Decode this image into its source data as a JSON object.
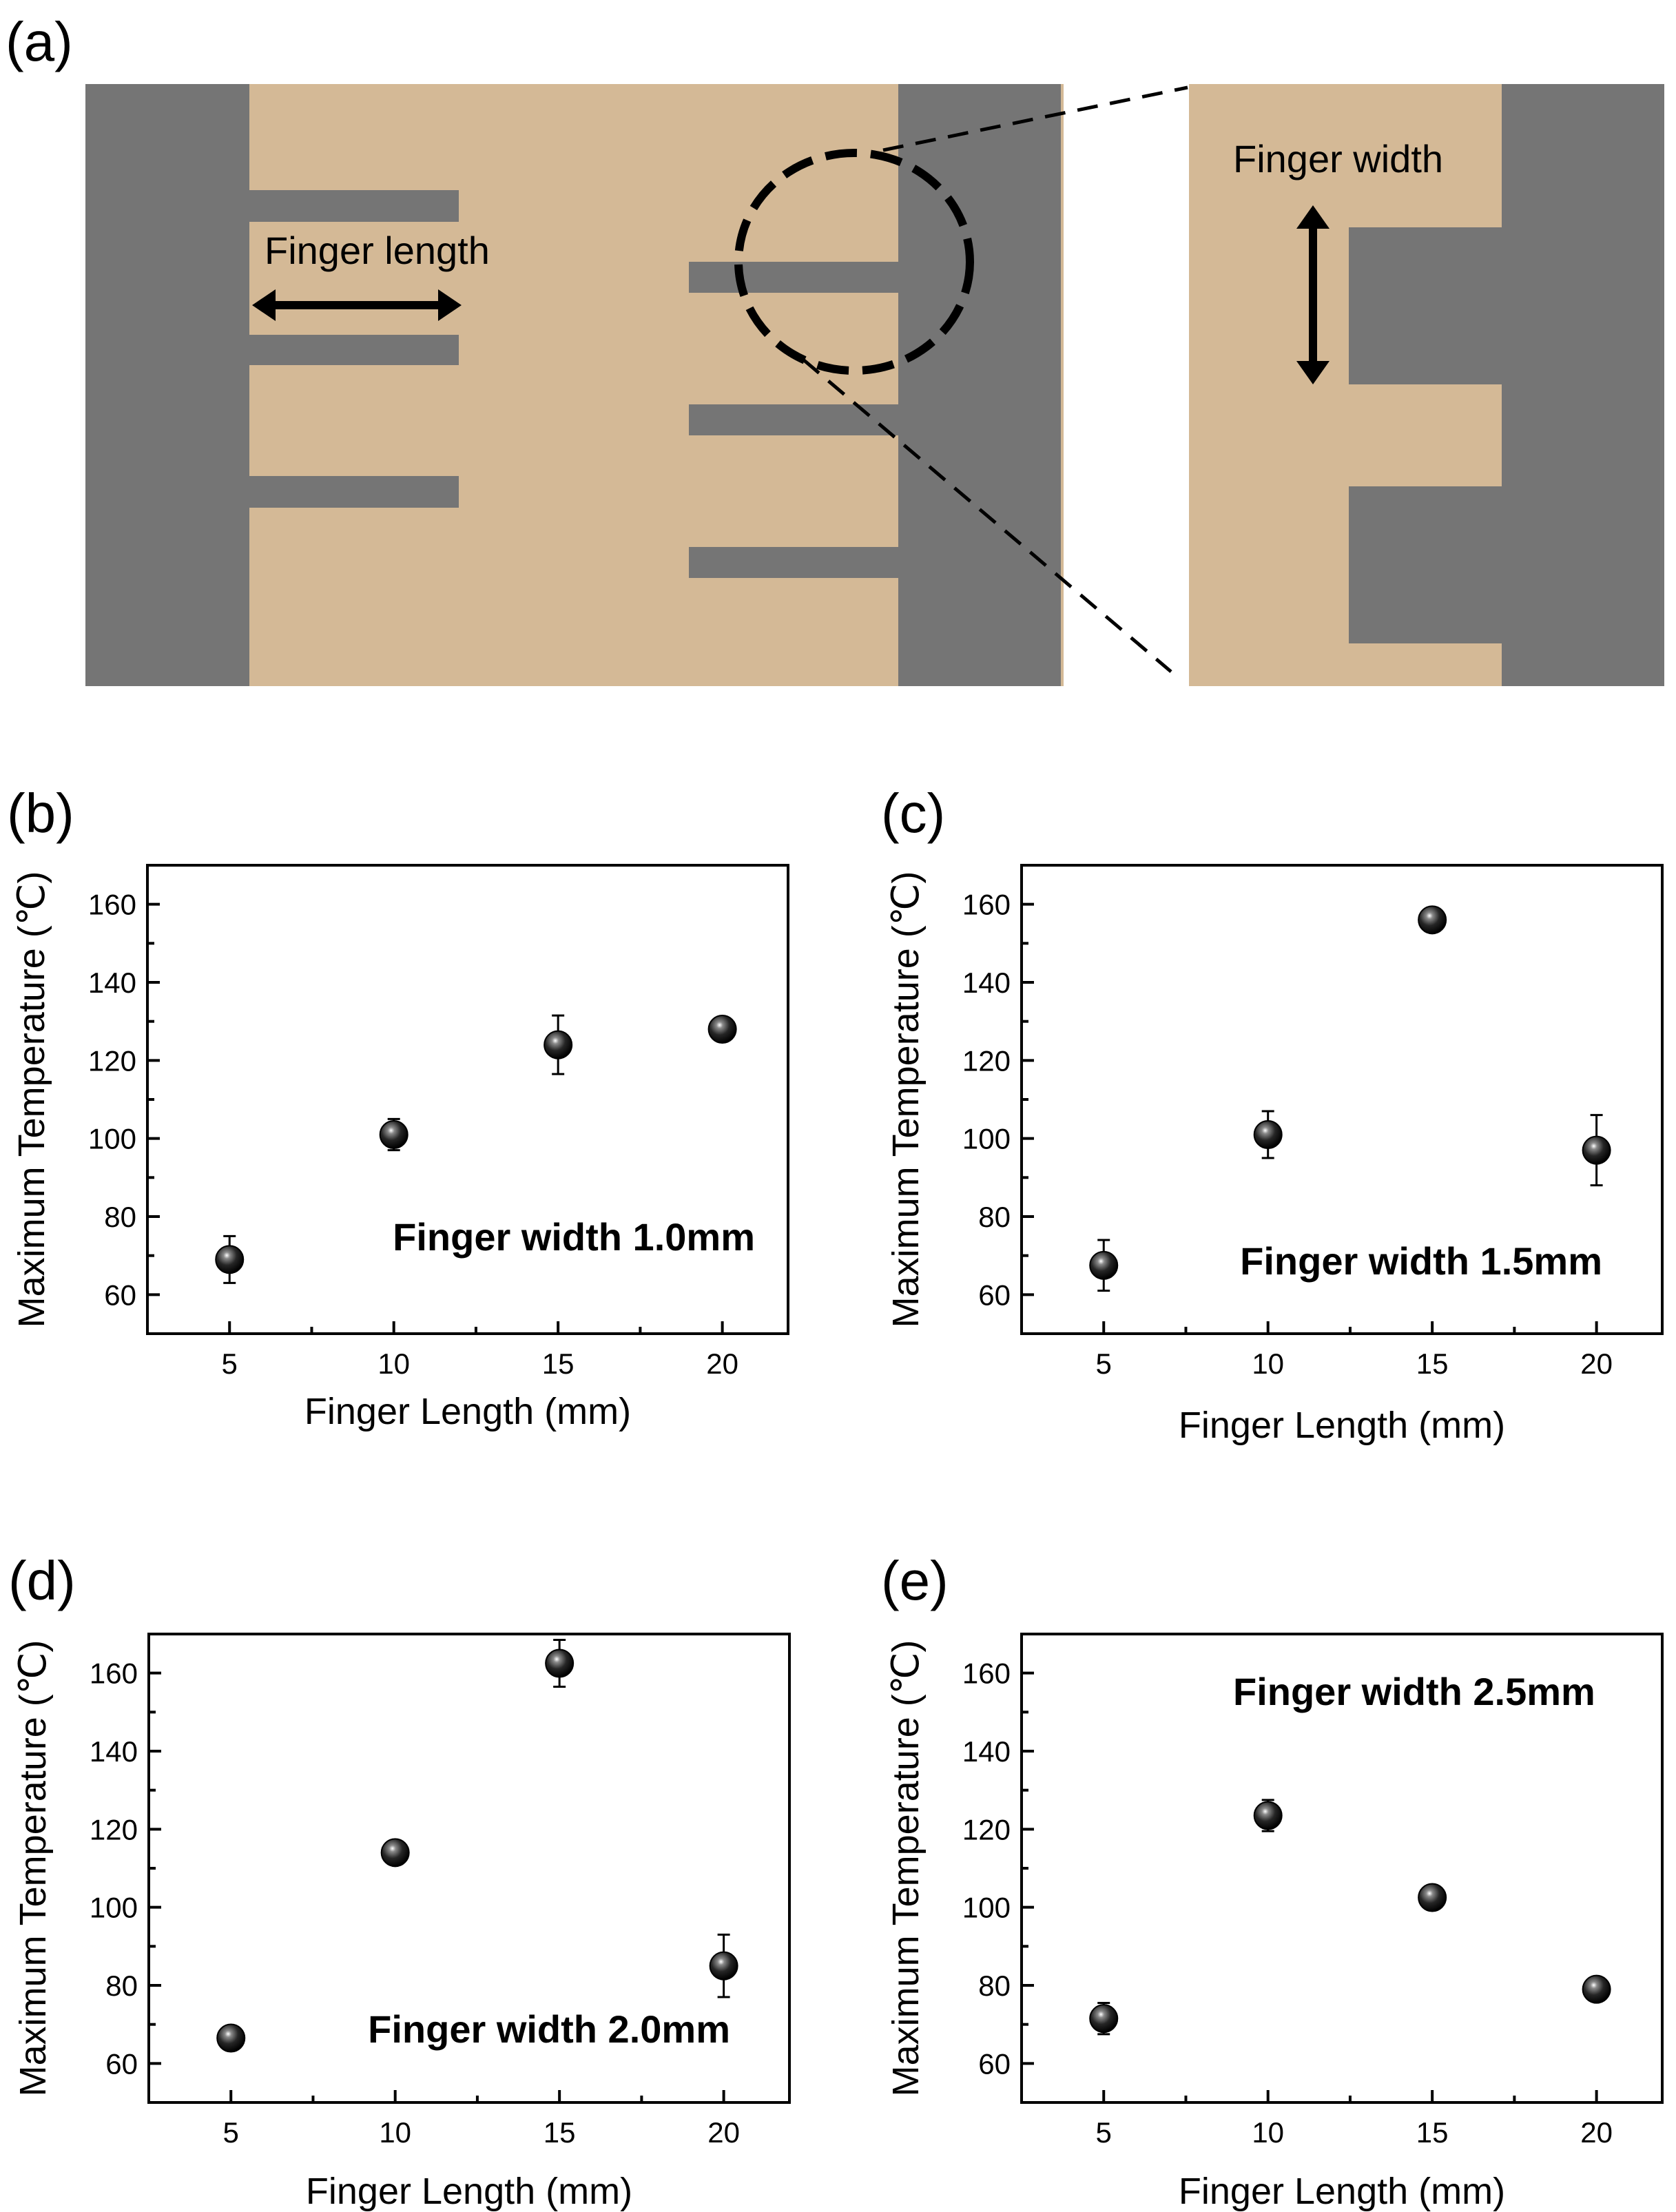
{
  "colors": {
    "electrode": "#757575",
    "substrate": "#D4B996",
    "marker": "#111111",
    "frame": "#000000"
  },
  "panel_a": {
    "label": "(a)",
    "finger_length_label": "Finger length",
    "finger_width_label": "Finger width"
  },
  "chart_data": [
    {
      "panel": "(b)",
      "type": "scatter",
      "annotation": "Finger width 1.0mm",
      "xlabel": "Finger Length (mm)",
      "ylabel": "Maximum Temperature (℃)",
      "xlim": [
        2.5,
        22
      ],
      "ylim": [
        50,
        170
      ],
      "xticks": [
        5,
        10,
        15,
        20
      ],
      "yticks": [
        60,
        80,
        100,
        120,
        140,
        160
      ],
      "x": [
        5,
        10,
        15,
        20
      ],
      "y": [
        69,
        101,
        124,
        128
      ],
      "err": [
        6,
        4,
        7.5,
        1.5
      ]
    },
    {
      "panel": "(c)",
      "type": "scatter",
      "annotation": "Finger width 1.5mm",
      "xlabel": "Finger Length (mm)",
      "ylabel": "Maximum Temperature (℃)",
      "xlim": [
        2.5,
        22
      ],
      "ylim": [
        50,
        170
      ],
      "xticks": [
        5,
        10,
        15,
        20
      ],
      "yticks": [
        60,
        80,
        100,
        120,
        140,
        160
      ],
      "x": [
        5,
        10,
        15,
        20
      ],
      "y": [
        67.5,
        101,
        156,
        97
      ],
      "err": [
        6.5,
        6,
        1.5,
        9
      ]
    },
    {
      "panel": "(d)",
      "type": "scatter",
      "annotation": "Finger width 2.0mm",
      "xlabel": "Finger Length (mm)",
      "ylabel": "Maximum Temperature (℃)",
      "xlim": [
        2.5,
        22
      ],
      "ylim": [
        50,
        170
      ],
      "xticks": [
        5,
        10,
        15,
        20
      ],
      "yticks": [
        60,
        80,
        100,
        120,
        140,
        160
      ],
      "x": [
        5,
        10,
        15,
        20
      ],
      "y": [
        66.5,
        114,
        162.5,
        85
      ],
      "err": [
        1.5,
        1.5,
        6,
        8
      ]
    },
    {
      "panel": "(e)",
      "type": "scatter",
      "annotation": "Finger width 2.5mm",
      "xlabel": "Finger Length (mm)",
      "ylabel": "Maximum Temperature (℃)",
      "xlim": [
        2.5,
        22
      ],
      "ylim": [
        50,
        170
      ],
      "xticks": [
        5,
        10,
        15,
        20
      ],
      "yticks": [
        60,
        80,
        100,
        120,
        140,
        160
      ],
      "x": [
        5,
        10,
        15,
        20
      ],
      "y": [
        71.5,
        123.5,
        102.5,
        79
      ],
      "err": [
        4,
        4,
        1.5,
        1.5
      ]
    }
  ]
}
